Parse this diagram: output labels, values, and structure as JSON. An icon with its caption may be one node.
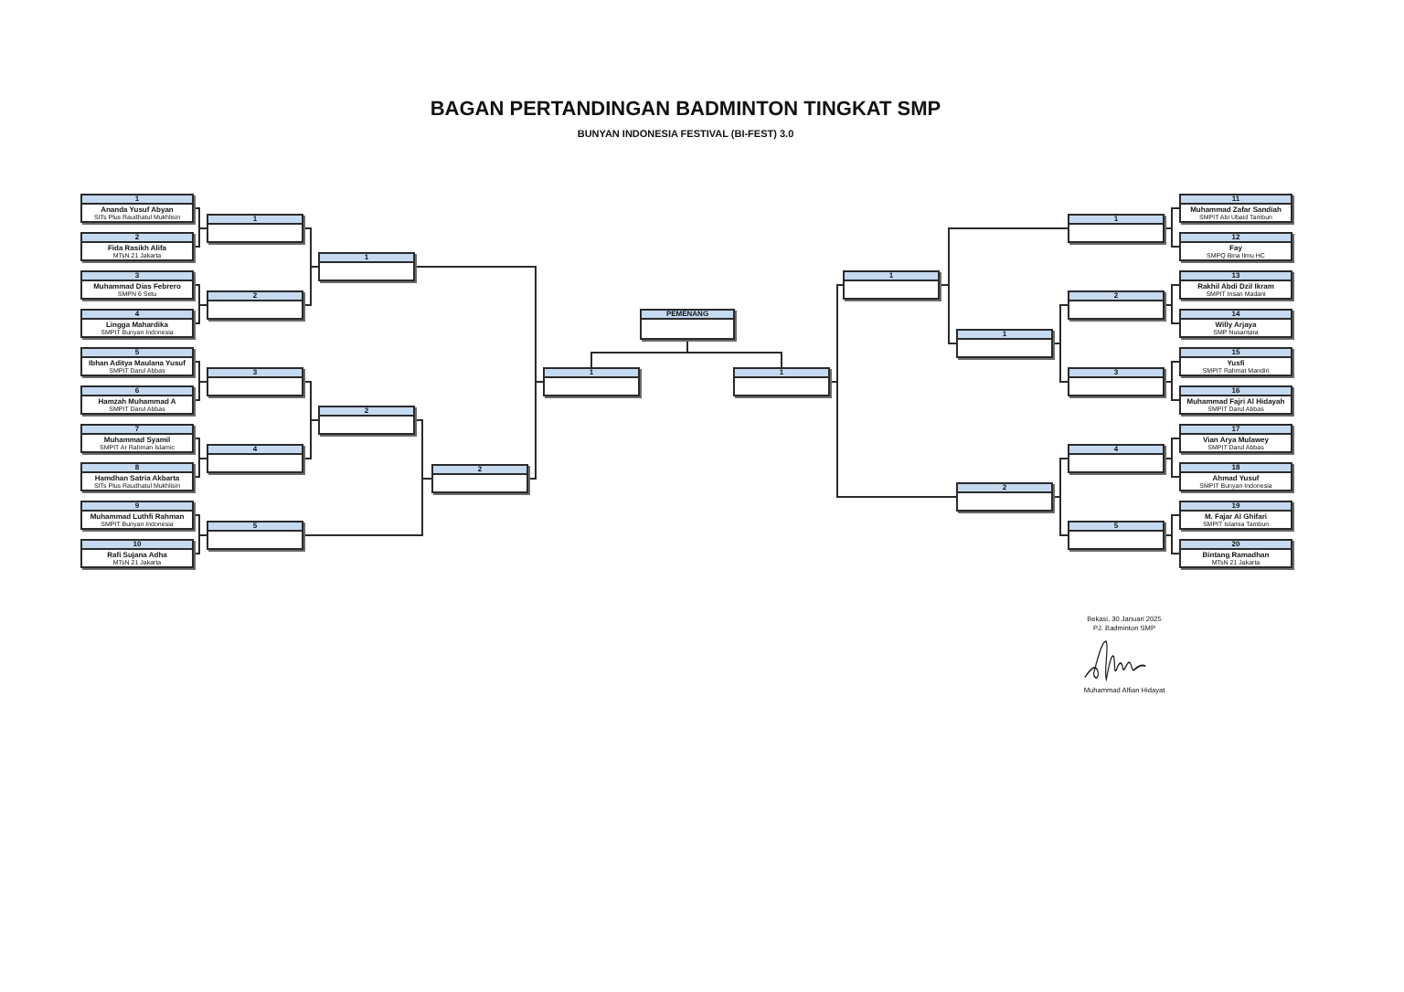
{
  "diagram": {
    "title": "BAGAN PERTANDINGAN BADMINTON TINGKAT SMP",
    "nodes": [
      {
        "text": [
          "1",
          "Ananda Yusuf Abyan",
          "SITs Plus Raudhatul Mukhlisin"
        ]
      },
      {
        "text": [
          "2",
          "Fida Rasikh Alifa",
          "MTsN 21 Jakarta"
        ]
      },
      {
        "text": [
          "3",
          "Muhammad Dias Febrero",
          "SMPN 6 Setu"
        ]
      },
      {
        "text": [
          "4",
          "Lingga Mahardika",
          "SMPIT Bunyan Indonesia"
        ]
      },
      {
        "text": [
          "5",
          "Ibhan Aditya Maulana Yusuf",
          "SMPIT Darul Abbas"
        ]
      },
      {
        "text": [
          "6",
          "Hamzah Muhammad A",
          "SMPIT Darul Abbas"
        ]
      },
      {
        "text": [
          "7",
          "Muhammad Syamil",
          "SMPIT Ar Rahman Islamic"
        ]
      },
      {
        "text": [
          "8",
          "Hamdhan Satria Akbarta",
          "SITs Plus Raudhatul Mukhlisin"
        ]
      },
      {
        "text": [
          "9",
          "Muhammad Luthfi Rahman",
          "SMPIT Bunyan Indonesia"
        ]
      },
      {
        "text": [
          "10",
          "Rafi Sujana Adha",
          "MTsN 21 Jakarta"
        ]
      },
      {
        "text": [
          "1"
        ]
      },
      {
        "text": [
          "2"
        ]
      },
      {
        "text": [
          "3"
        ]
      },
      {
        "text": [
          "4"
        ]
      },
      {
        "text": [
          "5"
        ]
      },
      {
        "text": [
          "1"
        ]
      },
      {
        "text": [
          "2"
        ]
      },
      {
        "text": [
          "2"
        ]
      },
      {
        "text": [
          "1"
        ]
      },
      {
        "text": [
          "PEMENANG"
        ]
      },
      {
        "text": [
          "1"
        ]
      },
      {
        "text": [
          "1"
        ]
      },
      {
        "text": [
          "1"
        ]
      },
      {
        "text": [
          "2"
        ]
      },
      {
        "text": [
          "1"
        ]
      },
      {
        "text": [
          "2"
        ]
      },
      {
        "text": [
          "3"
        ]
      },
      {
        "text": [
          "4"
        ]
      },
      {
        "text": [
          "5"
        ]
      },
      {
        "text": [
          "11",
          "Muhammad Zafar Sandiah",
          "SMPIT Abi Ubaid Tambun"
        ]
      },
      {
        "text": [
          "12",
          "Fay",
          "SMPQ Bina Ilmu HC"
        ]
      },
      {
        "text": [
          "13",
          "Rakhil Abdi Dzil Ikram",
          "SMPIT Insan Madani"
        ]
      },
      {
        "text": [
          "14",
          "Willy Arjaya",
          "SMP Nusantara"
        ]
      },
      {
        "text": [
          "15",
          "Yusfi",
          "SMPIT Rahmat Mandiri"
        ]
      },
      {
        "text": [
          "16",
          "Muhammad Fajri Al Hidayah",
          "SMPIT Darul Abbas"
        ]
      },
      {
        "text": [
          "17",
          "Vian Arya Mulawey",
          "SMPIT Darul Abbas"
        ]
      },
      {
        "text": [
          "18",
          "Ahmad Yusuf",
          "SMPIT Bunyan Indonesia"
        ]
      },
      {
        "text": [
          "19",
          "M. Fajar Al Ghifari",
          "SMPIT Islamia Tambun"
        ]
      },
      {
        "text": [
          "20",
          "Bintang Ramadhan",
          "MTsN 21 Jakarta"
        ]
      }
    ],
    "edges": [
      {
        "from": 0,
        "to": 10,
        "arrow": "none"
      },
      {
        "from": 1,
        "to": 10,
        "arrow": "none"
      },
      {
        "from": 2,
        "to": 11,
        "arrow": "none"
      },
      {
        "from": 3,
        "to": 11,
        "arrow": "none"
      },
      {
        "from": 4,
        "to": 12,
        "arrow": "none"
      },
      {
        "from": 5,
        "to": 12,
        "arrow": "none"
      },
      {
        "from": 6,
        "to": 13,
        "arrow": "none"
      },
      {
        "from": 7,
        "to": 13,
        "arrow": "none"
      },
      {
        "from": 8,
        "to": 14,
        "arrow": "none"
      },
      {
        "from": 9,
        "to": 14,
        "arrow": "none"
      },
      {
        "from": 10,
        "to": 15,
        "arrow": "none"
      },
      {
        "from": 11,
        "to": 15,
        "arrow": "none"
      },
      {
        "from": 12,
        "to": 16,
        "arrow": "none"
      },
      {
        "from": 13,
        "to": 16,
        "arrow": "none"
      },
      {
        "from": 16,
        "to": 17,
        "arrow": "none"
      },
      {
        "from": 14,
        "to": 17,
        "arrow": "none"
      },
      {
        "from": 15,
        "to": 18,
        "arrow": "none"
      },
      {
        "from": 17,
        "to": 18,
        "arrow": "none"
      },
      {
        "from": 18,
        "to": 19,
        "arrow": "none"
      },
      {
        "from": 20,
        "to": 19,
        "arrow": "none"
      },
      {
        "from": 21,
        "to": 20,
        "arrow": "none"
      },
      {
        "from": 23,
        "to": 20,
        "arrow": "none"
      },
      {
        "from": 24,
        "to": 21,
        "arrow": "none"
      },
      {
        "from": 22,
        "to": 21,
        "arrow": "none"
      },
      {
        "from": 25,
        "to": 22,
        "arrow": "none"
      },
      {
        "from": 26,
        "to": 22,
        "arrow": "none"
      },
      {
        "from": 27,
        "to": 23,
        "arrow": "none"
      },
      {
        "from": 28,
        "to": 23,
        "arrow": "none"
      },
      {
        "from": 29,
        "to": 24,
        "arrow": "none"
      },
      {
        "from": 30,
        "to": 24,
        "arrow": "none"
      },
      {
        "from": 31,
        "to": 25,
        "arrow": "none"
      },
      {
        "from": 32,
        "to": 25,
        "arrow": "none"
      },
      {
        "from": 33,
        "to": 26,
        "arrow": "none"
      },
      {
        "from": 34,
        "to": 26,
        "arrow": "none"
      },
      {
        "from": 35,
        "to": 27,
        "arrow": "none"
      },
      {
        "from": 36,
        "to": 27,
        "arrow": "none"
      },
      {
        "from": 37,
        "to": 28,
        "arrow": "none"
      },
      {
        "from": 38,
        "to": 28,
        "arrow": "none"
      }
    ],
    "labels": [
      "BUNYAN INDONESIA FESTIVAL (BI-FEST) 3.0",
      "Bekasi, 30 Januari 2025",
      "PJ. Badminton SMP",
      "Muhammad Alfian Hidayat"
    ]
  }
}
